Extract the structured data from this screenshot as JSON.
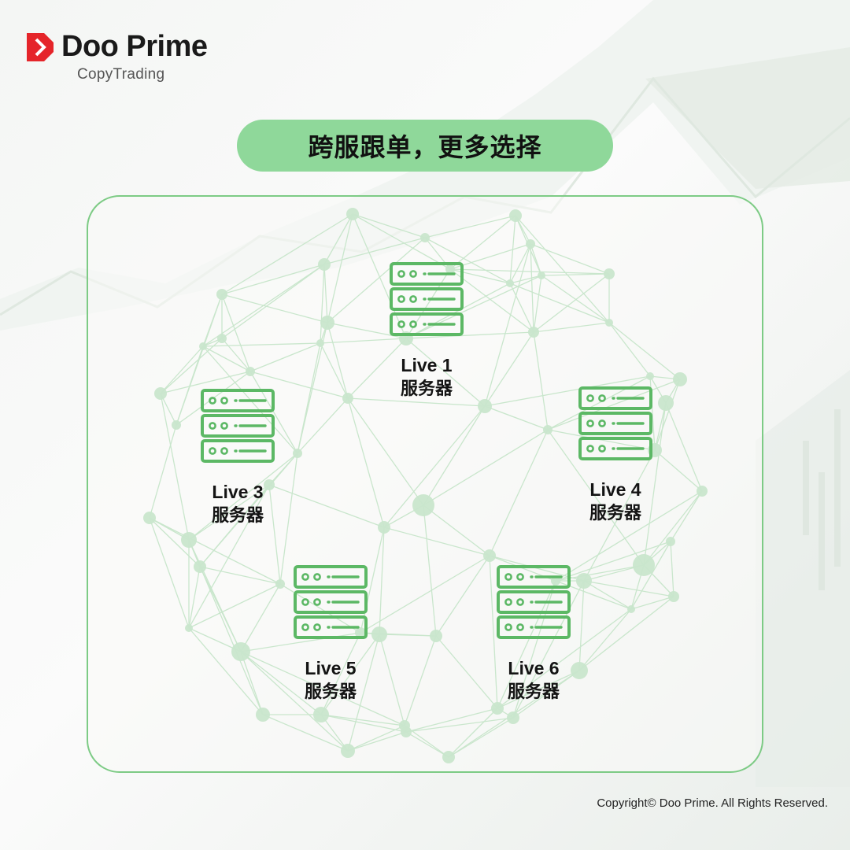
{
  "brand": {
    "name": "Doo Prime",
    "subtitle": "CopyTrading",
    "mark_color": "#e5252a"
  },
  "headline": "跨服跟单，更多选择",
  "colors": {
    "pill": "#8fd89a",
    "border": "#7dcb85",
    "icon": "#5cb865",
    "network": "#c9e6cc"
  },
  "servers": [
    {
      "title": "Live 1",
      "subtitle": "服务器",
      "icon": "server-rack-icon"
    },
    {
      "title": "Live 3",
      "subtitle": "服务器",
      "icon": "server-rack-icon"
    },
    {
      "title": "Live 4",
      "subtitle": "服务器",
      "icon": "server-rack-icon"
    },
    {
      "title": "Live 5",
      "subtitle": "服务器",
      "icon": "server-rack-icon"
    },
    {
      "title": "Live 6",
      "subtitle": "服务器",
      "icon": "server-rack-icon"
    }
  ],
  "footer": {
    "copyright": "Copyright© Doo Prime. All Rights Reserved."
  }
}
